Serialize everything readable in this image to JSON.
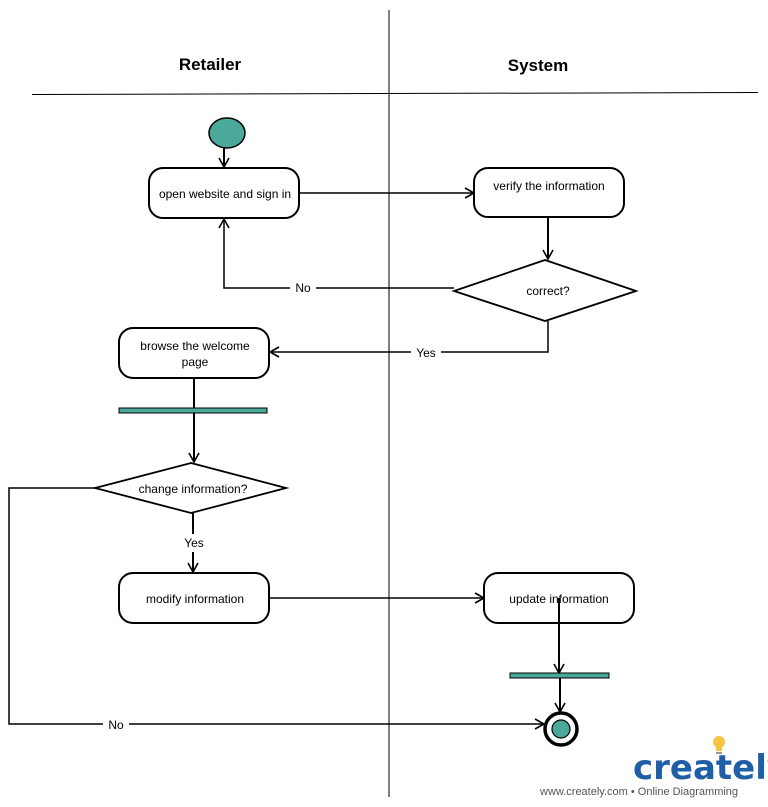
{
  "lanes": {
    "left_title": "Retailer",
    "right_title": "System"
  },
  "nodes": {
    "open_website": "open website and sign in",
    "verify_info": "verify the information",
    "correct_decision": "correct?",
    "browse_line1": "browse the welcome",
    "browse_line2": "page",
    "change_decision": "change information?",
    "modify_info": "modify information",
    "update_info": "update information"
  },
  "edge_labels": {
    "no_correct": "No",
    "yes_correct": "Yes",
    "yes_change": "Yes",
    "no_change": "No"
  },
  "colors": {
    "accent": "#4aa99a",
    "stroke": "#000000",
    "logo_blue": "#1e5fa8",
    "logo_bulb": "#f5c542"
  },
  "logo": {
    "word": "creately",
    "tagline": "www.creately.com • Online Diagramming"
  }
}
